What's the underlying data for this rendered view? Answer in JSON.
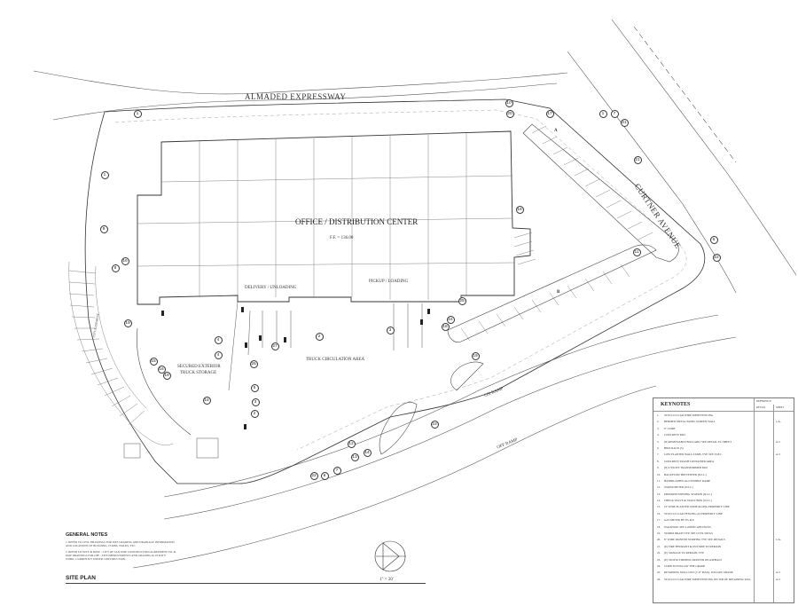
{
  "roads": {
    "expressway": "ALMADED EXPRESSWAY",
    "avenue": "CURTNER AVENUE",
    "on_ramp": "ON RAMP",
    "off_ramp": "OFF RAMP"
  },
  "building": {
    "title": "OFFICE / DISTRIBUTION CENTER",
    "floor_elev": "F.F. = 136.00"
  },
  "areas": {
    "delivery": "DELIVERY / UNLOADING",
    "pickup": "PICKUP / LOADING",
    "truck_circulation": "TRUCK CIRCULATION AREA",
    "truck_storage_1": "SECURED EXTERIOR",
    "truck_storage_2": "TRUCK STORAGE",
    "city_easement": "CITY EASEMENT",
    "callout_a": "A",
    "callout_b": "B"
  },
  "callouts": [
    "1",
    "2",
    "3",
    "4",
    "5",
    "6",
    "7",
    "8",
    "9",
    "10",
    "11",
    "12",
    "13",
    "14",
    "15",
    "16",
    "17",
    "18",
    "19",
    "20",
    "21",
    "22",
    "23",
    "24",
    "25",
    "26",
    "27"
  ],
  "keynotes": {
    "title": "KEYNOTES",
    "col_reference": "REFERENCE",
    "col_detail": "DETAIL",
    "col_sheet": "SHEET",
    "items": [
      {
        "num": "1.",
        "text": "STUCCO CLAD WIRE MESH FENCING",
        "ref": ""
      },
      {
        "num": "2.",
        "text": "BERMED METAL PANEL SCREEN WALL",
        "ref": "1/A-"
      },
      {
        "num": "3.",
        "text": "6\" CURB",
        "ref": ""
      },
      {
        "num": "4.",
        "text": "CONCRETE PAD",
        "ref": ""
      },
      {
        "num": "5.",
        "text": "(N) REMOVABLE BOLLARD. SEE DETAIL 3/C-SHEET",
        "ref": "A-5"
      },
      {
        "num": "6.",
        "text": "BIKE RACK (5)",
        "ref": ""
      },
      {
        "num": "7.",
        "text": "LOW PLANTER WALL/CURB, TYP. SEE ELEC.",
        "ref": "A-5"
      },
      {
        "num": "8.",
        "text": "CONCRETE TRASH CONTAINER AREA",
        "ref": ""
      },
      {
        "num": "9.",
        "text": "(N) UTILITY TRANSFORMER PAD",
        "ref": ""
      },
      {
        "num": "10.",
        "text": "BACKFLOW PREVENTER (N.I.C.)",
        "ref": ""
      },
      {
        "num": "11.",
        "text": "HANDICAPPED ACCESSIBLE RAMP",
        "ref": ""
      },
      {
        "num": "12.",
        "text": "WATER METER (N.I.C.)",
        "ref": ""
      },
      {
        "num": "13.",
        "text": "PREMIUM SEEDING STATION (N.I.C.)",
        "ref": ""
      },
      {
        "num": "14.",
        "text": "CHECK VALVE & VAULT BOX (N.I.C.)",
        "ref": ""
      },
      {
        "num": "15.",
        "text": "10' WIDE PLANTER STRIP ALONG PROPERTY LINE",
        "ref": ""
      },
      {
        "num": "16.",
        "text": "STUCCO CLAD FENCING AT PROPERTY LINE",
        "ref": ""
      },
      {
        "num": "17.",
        "text": "GAS METER BY PG & E",
        "ref": ""
      },
      {
        "num": "18.",
        "text": "WALKWAY. SEE LANDSCAPE DWGS",
        "ref": ""
      },
      {
        "num": "19.",
        "text": "STORM DRAIN TYP. SEE CIVIL DWGS",
        "ref": ""
      },
      {
        "num": "20.",
        "text": "8\" WIDE PAINTED STRIPING TYP. SEE DETAILS",
        "ref": "1/A-"
      },
      {
        "num": "21.",
        "text": "(E) FIRE HYDRANT & OUTSIDE TO REMAIN",
        "ref": ""
      },
      {
        "num": "22.",
        "text": "(E) SIGNAGE TO REMAIN, TYP.",
        "ref": ""
      },
      {
        "num": "23.",
        "text": "(E) STOP & STRIPING PAINTED ON ASPHALT",
        "ref": ""
      },
      {
        "num": "24.",
        "text": "CURB TO FOLLOW THE GRADE",
        "ref": ""
      },
      {
        "num": "25.",
        "text": "RETAINING WALL OUT (1'-0\" MAX), FOLLOW GRADE",
        "ref": "A-5"
      },
      {
        "num": "26.",
        "text": "STUCCO CLAD WIRE MESH FENCING ON TOP OF RETAINING WALL",
        "ref": "A-5"
      }
    ]
  },
  "general_notes": {
    "title": "GENERAL NOTES",
    "notes": [
      "1.  REFER TO CIVIL DRAWINGS FOR SITE GRADING AND DRAINAGE INFORMATION",
      "     AND LOCATIONS OF BUILDING, CURBS, WALKS, ETC.",
      "2.  REFER TO SUTE & ROSE - CITY OF SAN JOSE CONSTRUCTION AGREEMENT NO. &",
      "     MAP DRAWINGS FOR OFF - SITE IMPROVEMENTS AND GRADING & UTILITY",
      "     WORK, CURRENTLY UNDER CONSTRUCTION."
    ]
  },
  "sheet": {
    "title": "SITE PLAN",
    "scale": "1\" = 20'"
  }
}
